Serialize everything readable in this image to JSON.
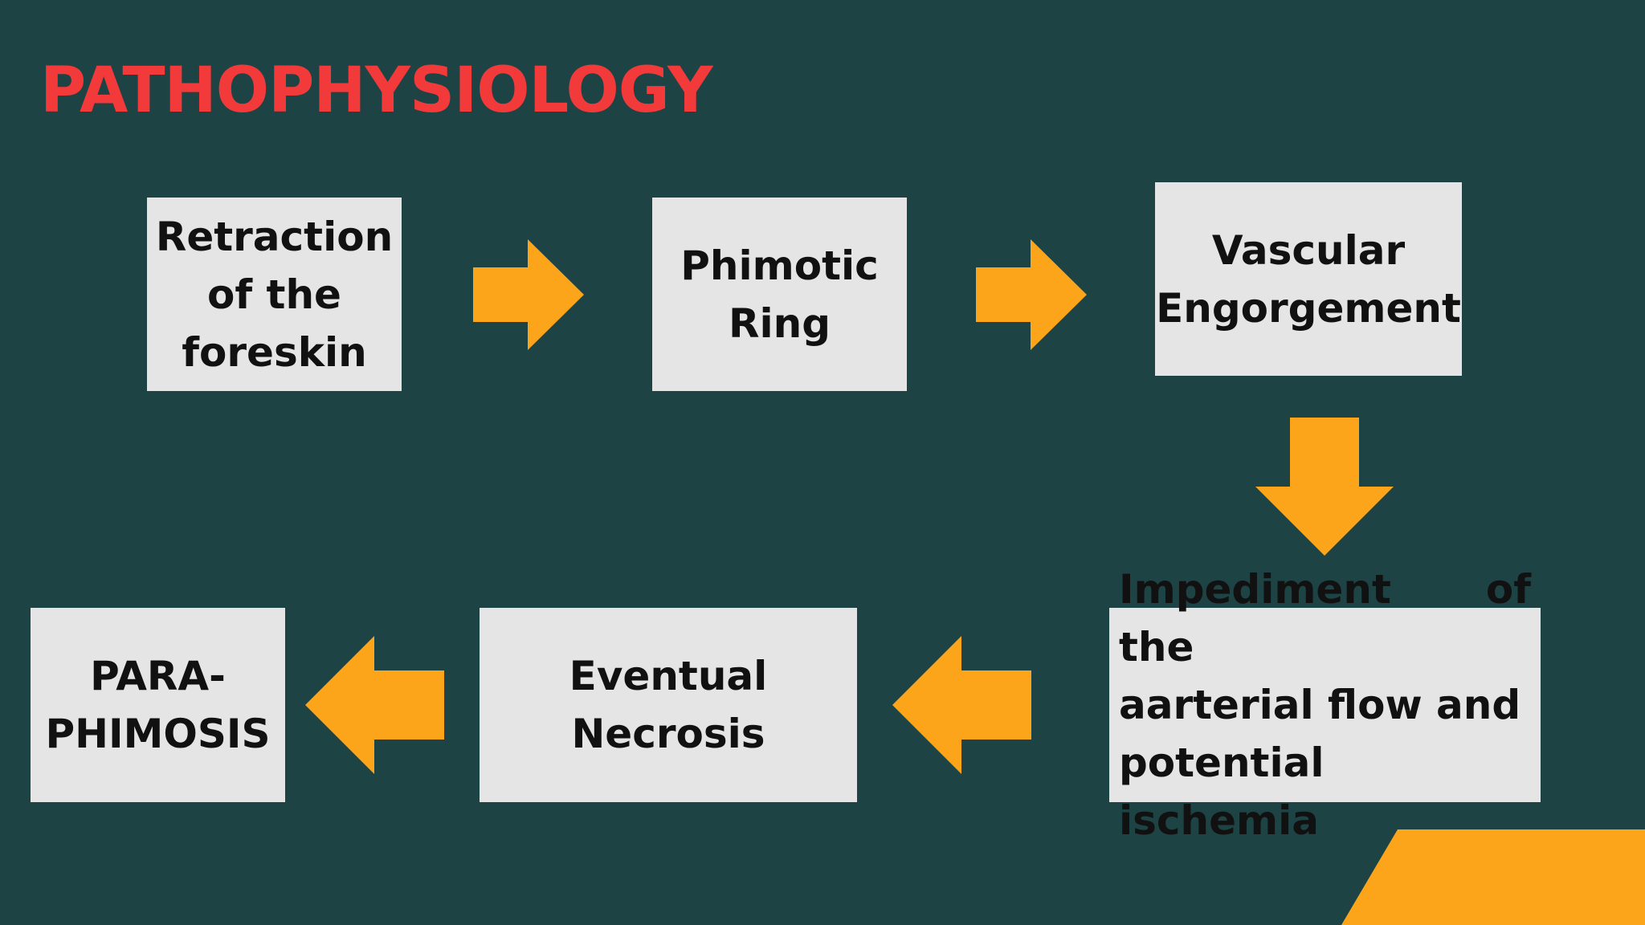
{
  "title": "PATHOPHYSIOLOGY",
  "colors": {
    "background": "#1e4345",
    "title": "#f23a3a",
    "box": "#e5e5e5",
    "arrow": "#fca51a",
    "text": "#111111"
  },
  "steps": [
    {
      "label": "Retraction\nof the\nforeskin"
    },
    {
      "label": "Phimotic\nRing"
    },
    {
      "label": "Vascular\nEngorgement"
    },
    {
      "label": "Impediment of the\naarterial  flow  and\npotential ischemia"
    },
    {
      "label": "Eventual\nNecrosis"
    },
    {
      "label": "PARA-\nPHIMOSIS"
    }
  ],
  "arrows": [
    {
      "direction": "right"
    },
    {
      "direction": "right"
    },
    {
      "direction": "down"
    },
    {
      "direction": "left"
    },
    {
      "direction": "left"
    }
  ]
}
